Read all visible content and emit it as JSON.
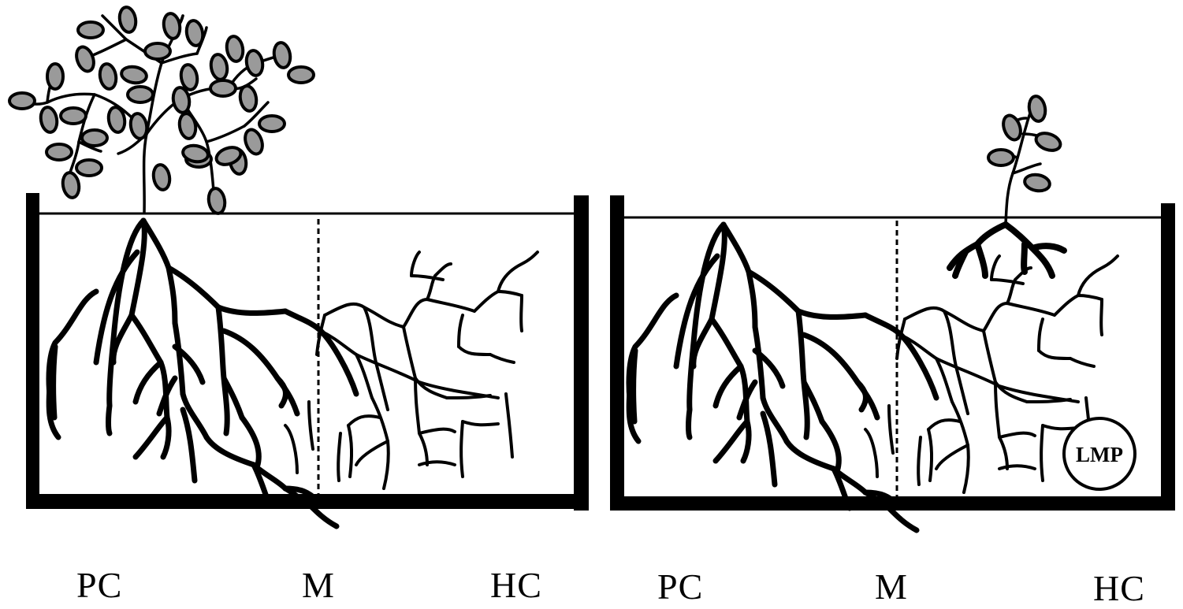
{
  "colors": {
    "line": "#000000",
    "leaf_fill": "#9a9a9a",
    "background": "#ffffff"
  },
  "panels": [
    {
      "id": "left",
      "labels": [
        "PC",
        "M",
        "HC"
      ],
      "marker": ""
    },
    {
      "id": "right",
      "labels": [
        "PC",
        "M",
        "HC"
      ],
      "marker": "LMP"
    }
  ]
}
